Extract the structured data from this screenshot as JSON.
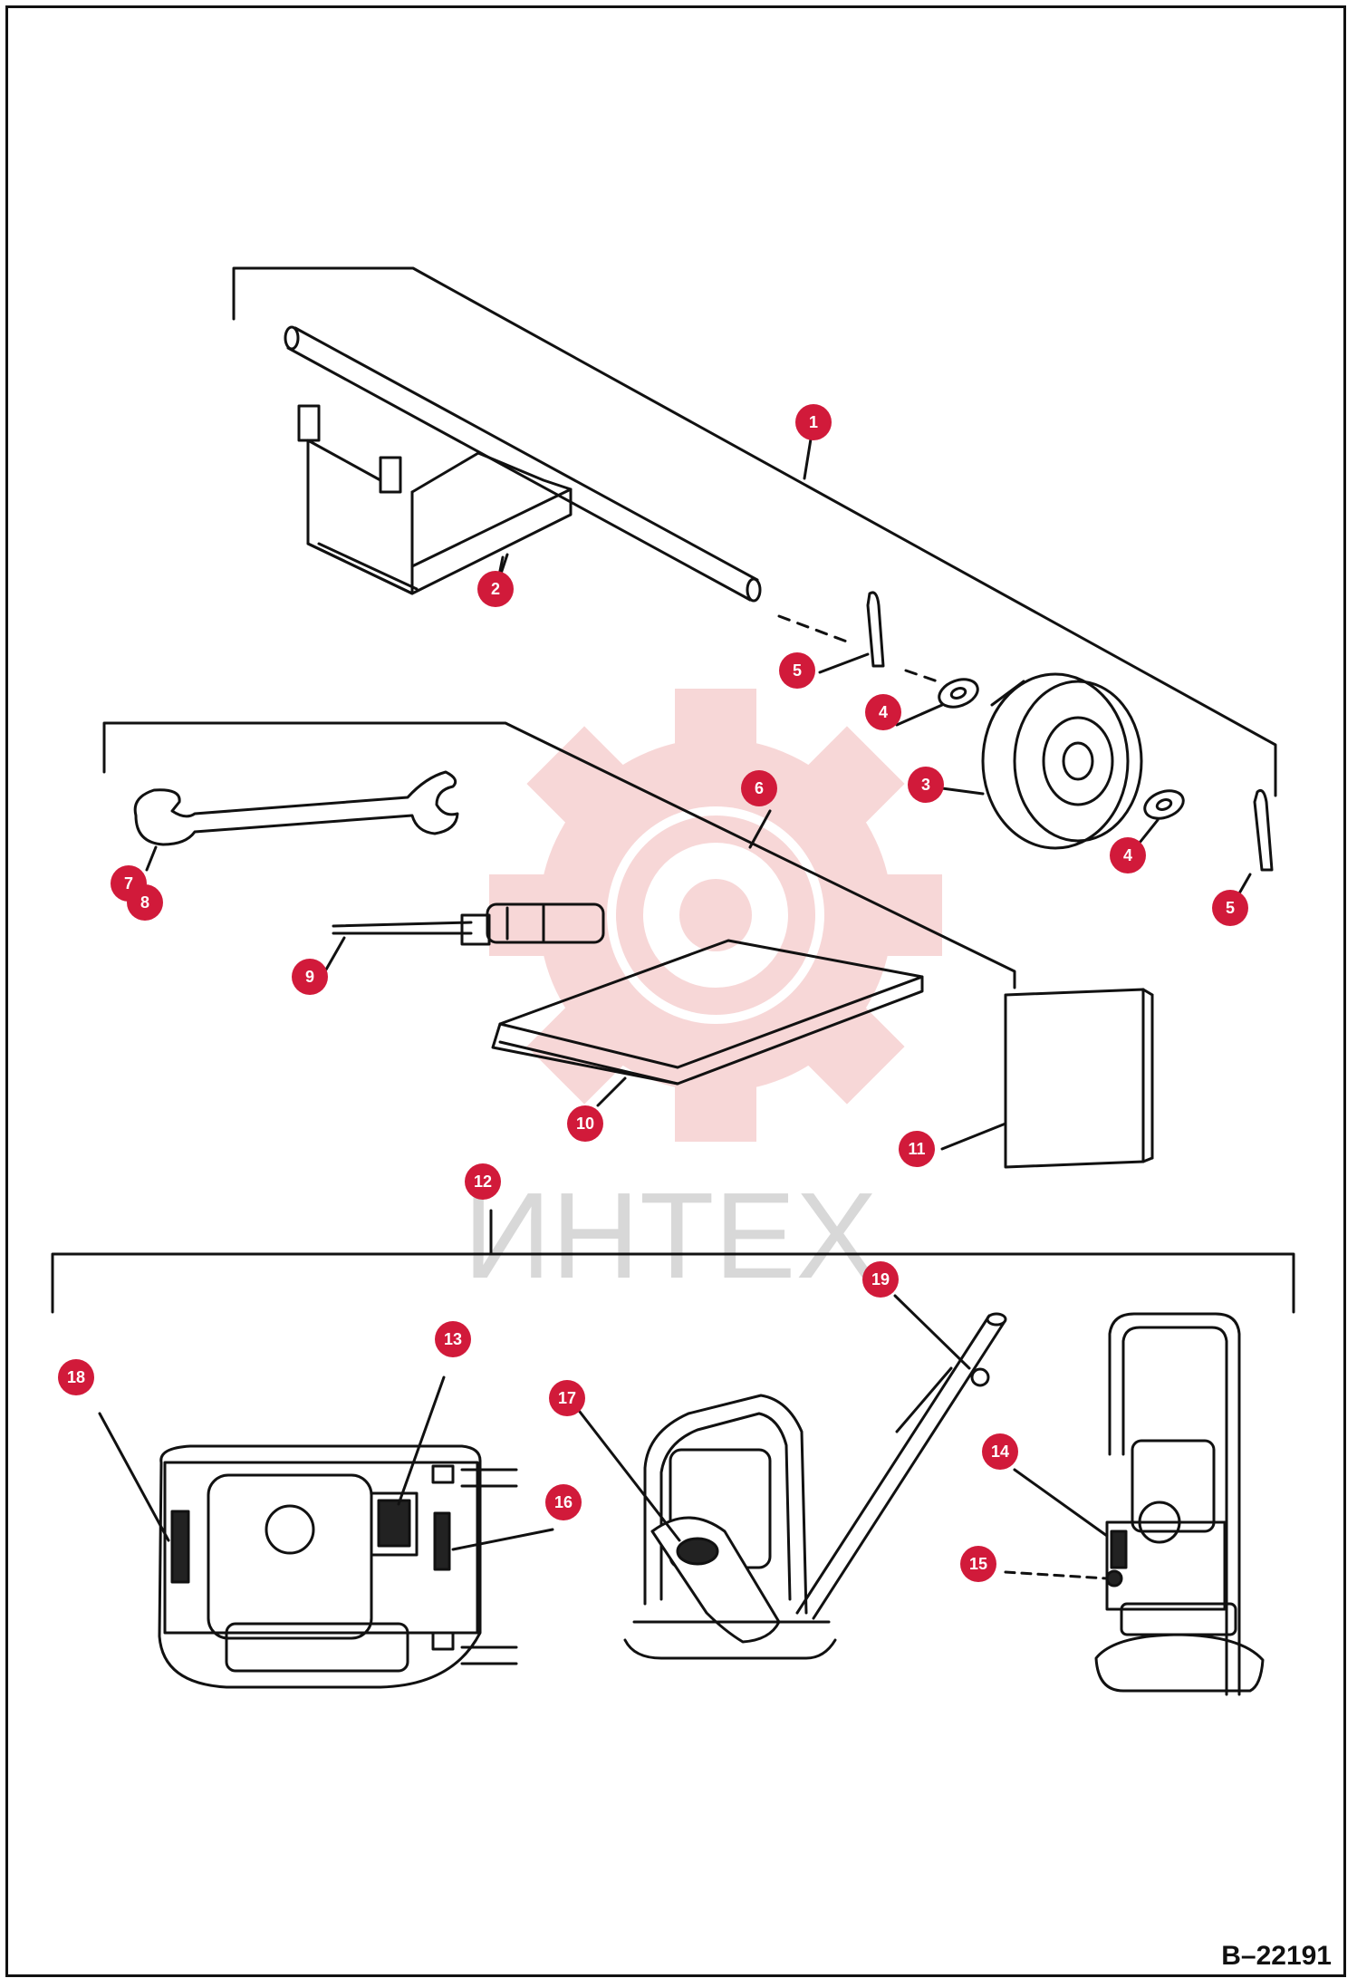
{
  "diagram": {
    "drawing_number": "B–22191",
    "watermark_text": "ИНТЕХ",
    "watermark_color": "#f2b8b8",
    "callout_color": "#d11a3a",
    "callouts": [
      {
        "id": "callout-1",
        "label": "1"
      },
      {
        "id": "callout-2",
        "label": "2"
      },
      {
        "id": "callout-3",
        "label": "3"
      },
      {
        "id": "callout-4a",
        "label": "4"
      },
      {
        "id": "callout-4b",
        "label": "4"
      },
      {
        "id": "callout-5a",
        "label": "5"
      },
      {
        "id": "callout-5b",
        "label": "5"
      },
      {
        "id": "callout-6",
        "label": "6"
      },
      {
        "id": "callout-7",
        "label": "7"
      },
      {
        "id": "callout-8",
        "label": "8"
      },
      {
        "id": "callout-9",
        "label": "9"
      },
      {
        "id": "callout-10",
        "label": "10"
      },
      {
        "id": "callout-11",
        "label": "11"
      },
      {
        "id": "callout-12",
        "label": "12"
      },
      {
        "id": "callout-13",
        "label": "13"
      },
      {
        "id": "callout-14",
        "label": "14"
      },
      {
        "id": "callout-15",
        "label": "15"
      },
      {
        "id": "callout-16",
        "label": "16"
      },
      {
        "id": "callout-17",
        "label": "17"
      },
      {
        "id": "callout-18",
        "label": "18"
      },
      {
        "id": "callout-19",
        "label": "19"
      }
    ]
  }
}
